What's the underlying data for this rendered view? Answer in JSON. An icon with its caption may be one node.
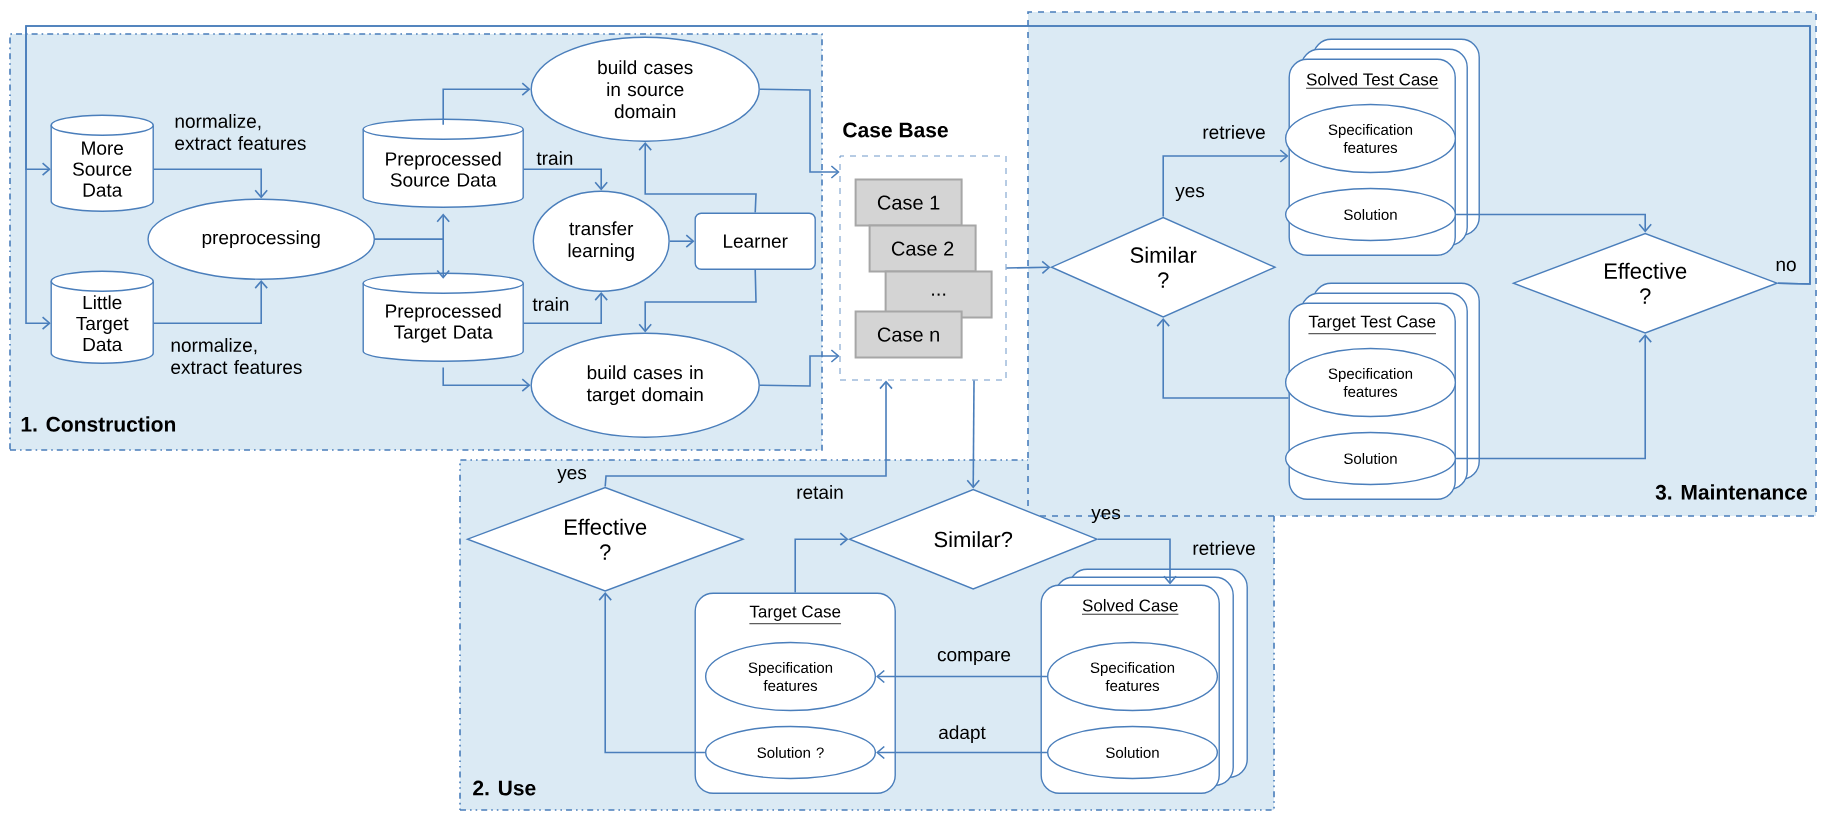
{
  "diagram": {
    "nodes": [
      {
        "text": [
          "1. Construction"
        ]
      },
      {
        "text": [
          "More Source Data"
        ],
        "in": 0
      },
      {
        "text": [
          "Little Target Data"
        ],
        "in": 0
      },
      {
        "text": [
          "preprocessing"
        ],
        "in": 0
      },
      {
        "text": [
          "Preprocessed Source Data"
        ],
        "in": 0
      },
      {
        "text": [
          "Preprocessed Target Data"
        ],
        "in": 0
      },
      {
        "text": [
          "transfer learning"
        ],
        "in": 0
      },
      {
        "text": [
          "Learner"
        ],
        "in": 0
      },
      {
        "text": [
          "build cases in source domain"
        ],
        "in": 0
      },
      {
        "text": [
          "build cases in target domain"
        ],
        "in": 0
      },
      {
        "text": [
          "Case Base"
        ]
      },
      {
        "text": [
          "Case 1"
        ],
        "in": 10
      },
      {
        "text": [
          "Case 2"
        ],
        "in": 10
      },
      {
        "text": [
          "..."
        ],
        "in": 10
      },
      {
        "text": [
          "Case n"
        ],
        "in": 10
      },
      {
        "text": [
          "3. Maintenance"
        ]
      },
      {
        "text": [
          "Similar ?"
        ],
        "in": 15
      },
      {
        "text": [
          "Solved Test Case"
        ],
        "in": 15
      },
      {
        "text": [
          "Specification features"
        ],
        "in": 17
      },
      {
        "text": [
          "Solution"
        ],
        "in": 17
      },
      {
        "text": [
          "Target Test Case"
        ],
        "in": 15
      },
      {
        "text": [
          "Specification features"
        ],
        "in": 20
      },
      {
        "text": [
          "Solution"
        ],
        "in": 20
      },
      {
        "text": [
          "Effective ?"
        ],
        "in": 15
      },
      {
        "text": [
          "2. Use"
        ]
      },
      {
        "text": [
          "Effective ?"
        ],
        "in": 24
      },
      {
        "text": [
          "Similar?"
        ],
        "in": 24
      },
      {
        "text": [
          "Target Case"
        ],
        "in": 24
      },
      {
        "text": [
          "Specification features"
        ],
        "in": 27
      },
      {
        "text": [
          "Solution ?"
        ],
        "in": 27
      },
      {
        "text": [
          "Solved Case"
        ],
        "in": 24
      },
      {
        "text": [
          "Specification features"
        ],
        "in": 30
      },
      {
        "text": [
          "Solution"
        ],
        "in": 30
      }
    ],
    "edges": [
      {
        "from": 23,
        "to": 1,
        "arrow": "to",
        "label": "no"
      },
      {
        "from": 23,
        "to": 2,
        "arrow": "to"
      },
      {
        "from": 1,
        "to": 3,
        "arrow": "to",
        "label": "normalize, extract features"
      },
      {
        "from": 2,
        "to": 3,
        "arrow": "to",
        "label": "normalize, extract features"
      },
      {
        "from": 3,
        "to": 4,
        "arrow": "to"
      },
      {
        "from": 3,
        "to": 5,
        "arrow": "to"
      },
      {
        "from": 4,
        "to": 8,
        "arrow": "to"
      },
      {
        "from": 5,
        "to": 9,
        "arrow": "to"
      },
      {
        "from": 4,
        "to": 6,
        "arrow": "to",
        "label": "train"
      },
      {
        "from": 5,
        "to": 6,
        "arrow": "to",
        "label": "train"
      },
      {
        "from": 6,
        "to": 7,
        "arrow": "to"
      },
      {
        "from": 7,
        "to": 8,
        "arrow": "to"
      },
      {
        "from": 7,
        "to": 9,
        "arrow": "to"
      },
      {
        "from": 8,
        "to": 10,
        "arrow": "to"
      },
      {
        "from": 9,
        "to": 10,
        "arrow": "to"
      },
      {
        "from": 10,
        "to": 16,
        "arrow": "to"
      },
      {
        "from": 16,
        "to": 17,
        "arrow": "to",
        "label": "retrieve"
      },
      {
        "from": 20,
        "to": 16,
        "arrow": "to"
      },
      {
        "from": 19,
        "to": 23,
        "arrow": "to"
      },
      {
        "from": 22,
        "to": 23,
        "arrow": "to"
      },
      {
        "from": 10,
        "to": 26,
        "arrow": "to"
      },
      {
        "from": 25,
        "to": 10,
        "arrow": "to",
        "label": "retain"
      },
      {
        "from": 26,
        "to": 30,
        "arrow": "to",
        "label": "retrieve"
      },
      {
        "from": 27,
        "to": 26,
        "arrow": "to"
      },
      {
        "from": 31,
        "to": 28,
        "arrow": "to",
        "label": "compare"
      },
      {
        "from": 32,
        "to": 29,
        "arrow": "to",
        "label": "adapt"
      },
      {
        "from": 29,
        "to": 25,
        "arrow": "to"
      }
    ],
    "labels": [
      "yes",
      "yes",
      "yes"
    ]
  }
}
